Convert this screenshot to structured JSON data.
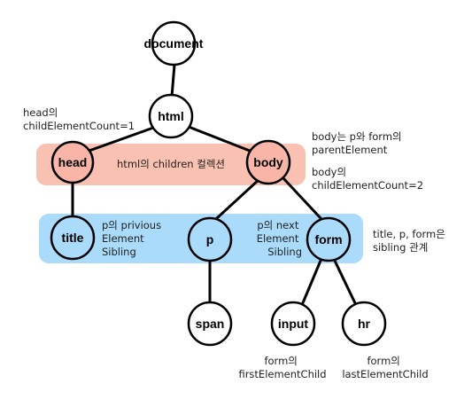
{
  "colors": {
    "highlight_red": "#f9c1b2",
    "node_red": "#f9b6a8",
    "highlight_blue": "#aadbfb",
    "node_blue": "#aadbfb",
    "node_plain": "#ffffff",
    "stroke": "#000000"
  },
  "nodes": {
    "document": "document",
    "html": "html",
    "head": "head",
    "body": "body",
    "title": "title",
    "p": "p",
    "form": "form",
    "span": "span",
    "input": "input",
    "hr": "hr"
  },
  "annotations": {
    "head_count": [
      "head의",
      "childElementCount=1"
    ],
    "html_children": "html의 children 컬렉션",
    "body_parent": [
      "body는 p와 form의",
      "parentElement"
    ],
    "body_count": [
      "body의",
      "childElementCount=2"
    ],
    "p_previous": [
      "p의 privious",
      "Element",
      "Sibling"
    ],
    "p_next": [
      "p의 next",
      "Element",
      "Sibling"
    ],
    "sibling_relation": [
      "title, p, form은",
      "sibling 관계"
    ],
    "first_child": [
      "form의",
      "firstElementChild"
    ],
    "last_child": [
      "form의",
      "lastElementChild"
    ]
  }
}
